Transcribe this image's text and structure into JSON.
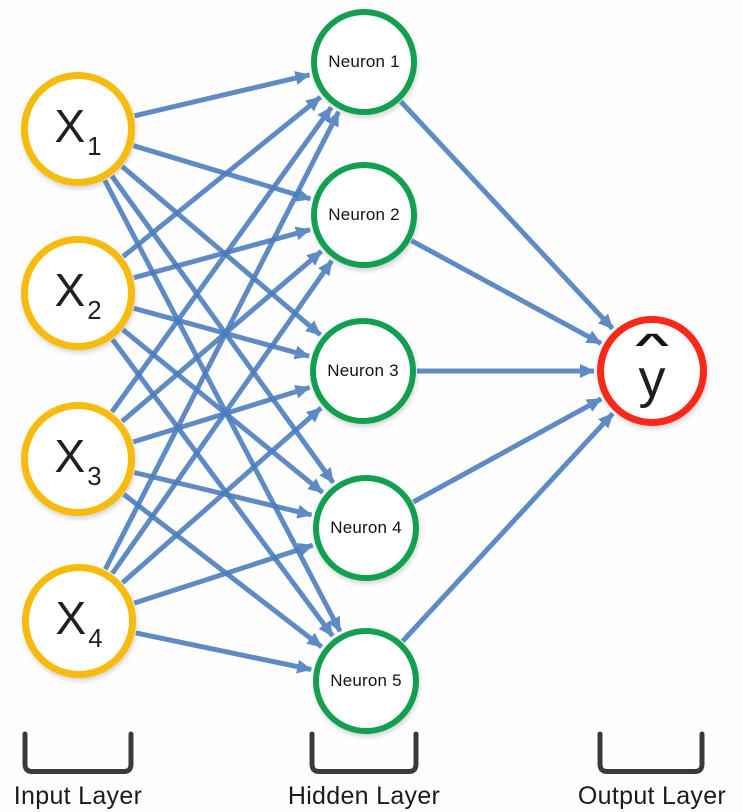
{
  "diagram": {
    "type": "feedforward-neural-network",
    "connections": {
      "input_to_hidden": "fully-connected",
      "hidden_to_output": "fully-connected"
    }
  },
  "network": {
    "input_layer": {
      "caption": "Input Layer",
      "nodes": [
        {
          "base": "X",
          "sub": "1"
        },
        {
          "base": "X",
          "sub": "2"
        },
        {
          "base": "X",
          "sub": "3"
        },
        {
          "base": "X",
          "sub": "4"
        }
      ]
    },
    "hidden_layer": {
      "caption": "Hidden Layer",
      "nodes": [
        {
          "label": "Neuron 1"
        },
        {
          "label": "Neuron 2"
        },
        {
          "label": "Neuron 3"
        },
        {
          "label": "Neuron 4"
        },
        {
          "label": "Neuron 5"
        }
      ]
    },
    "output_layer": {
      "caption": "Output Layer",
      "nodes": [
        {
          "base": "y",
          "hat": "^"
        }
      ]
    }
  },
  "colors": {
    "input_stroke": "#F7BB0E",
    "hidden_stroke": "#12A050",
    "output_stroke": "#F8281A",
    "edge": "#4A7CBE",
    "bracket": "#3A3A3C",
    "text": "#1B1B1D"
  }
}
